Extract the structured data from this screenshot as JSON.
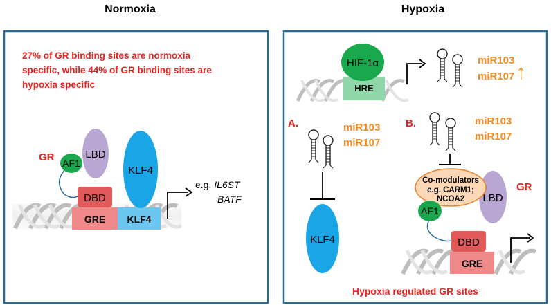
{
  "left_panel": {
    "title": "Normoxia",
    "statement": [
      "27% of GR binding sites are normoxia",
      "specific, while 44% of GR binding sites are",
      "hypoxia specific"
    ],
    "gr_label": "GR",
    "lbd": "LBD",
    "af1": "AF1",
    "klf4": "KLF4",
    "dbd": "DBD",
    "gre": "GRE",
    "klf4_site": "KLF4",
    "example_prefix": "e.g. ",
    "gene_1": "IL6ST",
    "gene_2": "BATF"
  },
  "right_panel": {
    "title": "Hypoxia",
    "hif": "HIF-1α",
    "hre": "HRE",
    "mirna_1": "miR103",
    "mirna_2": "miR107",
    "up_arrow": "↑",
    "branch_a": "A.",
    "branch_b": "B.",
    "klf4": "KLF4",
    "comod_title": "Co-modulators",
    "comod_line_2": "e.g. CARM1;",
    "comod_line_3": "NCOA2",
    "lbd": "LBD",
    "af1": "AF1",
    "gr_label": "GR",
    "dbd": "DBD",
    "gre": "GRE",
    "footer": "Hypoxia regulated GR sites"
  },
  "colors": {
    "frame": "#2a6a96",
    "red_text": "#e52421",
    "orange_text": "#f28b22",
    "green_protein": "#1aa84f",
    "lilac_protein": "#b9a6d2",
    "blue_protein": "#1aa5e6",
    "dbd_red": "#e05a5a",
    "gre_pink": "#f08a8a",
    "klf4_site_blue": "#6cc6f0",
    "hre_green": "#8fd7a8",
    "comod_fill": "#fbd7b5",
    "comod_stroke": "#e9822b"
  }
}
